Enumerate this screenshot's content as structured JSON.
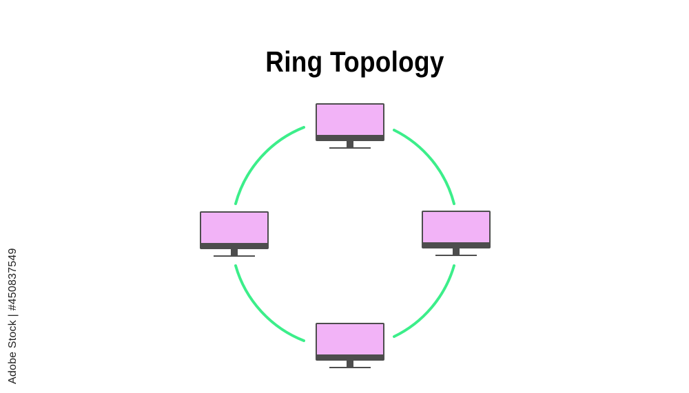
{
  "title": "Ring Topology",
  "colors": {
    "ring": "#3cee8a",
    "screen": "#f2b3f7",
    "monitor_frame": "#4d4d4d",
    "background": "#ffffff"
  },
  "nodes": [
    {
      "name": "computer-top",
      "icon": "monitor-icon"
    },
    {
      "name": "computer-right",
      "icon": "monitor-icon"
    },
    {
      "name": "computer-bottom",
      "icon": "monitor-icon"
    },
    {
      "name": "computer-left",
      "icon": "monitor-icon"
    }
  ],
  "watermark": {
    "text": "Adobe Stock | #450837549"
  }
}
